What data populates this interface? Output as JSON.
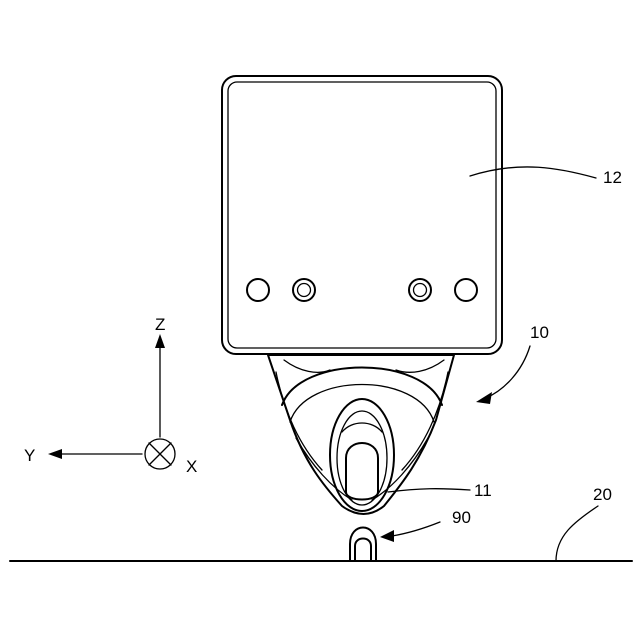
{
  "figure": {
    "labels": {
      "camera_unit": "12",
      "robot_hand": "10",
      "suction_part": "11",
      "workpiece": "90",
      "floor": "20"
    },
    "axes": {
      "z": "Z",
      "y": "Y",
      "x": "X"
    }
  },
  "colors": {
    "line": "#000000",
    "background": "#ffffff"
  }
}
